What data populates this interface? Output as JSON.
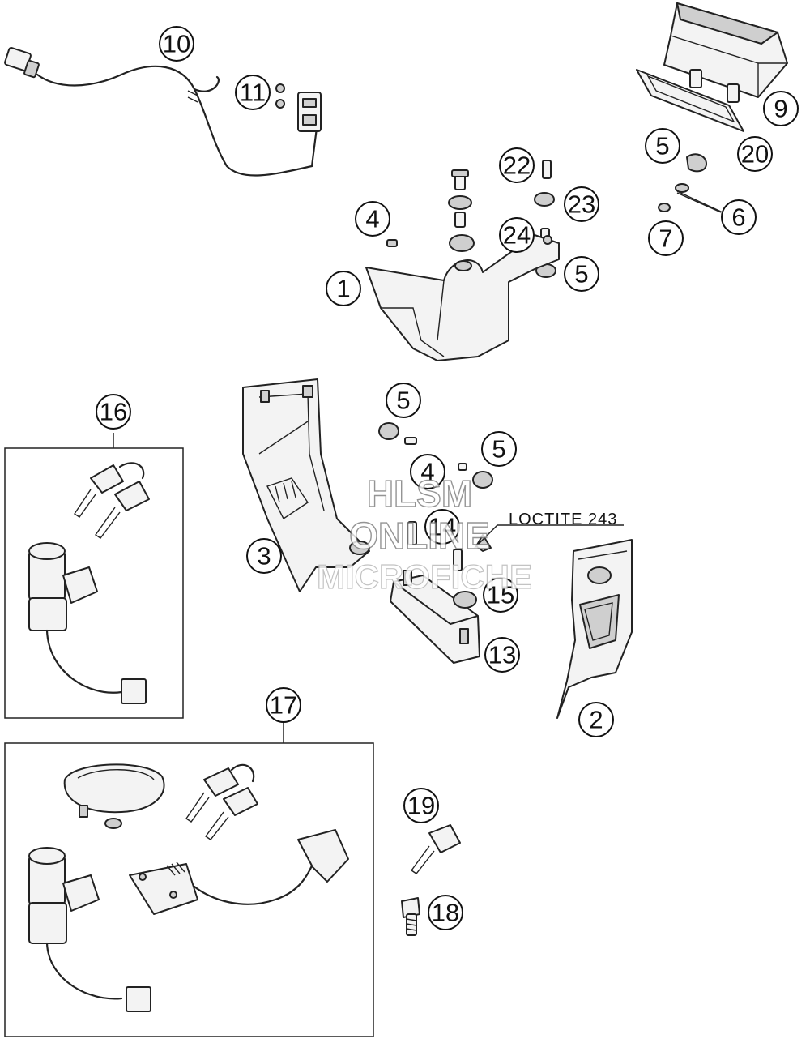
{
  "diagram": {
    "note": "LOCTITE 243",
    "watermark": {
      "line1": "HLSM",
      "line2": "ONLINE",
      "line3": "MICROFICHE"
    },
    "callouts": [
      {
        "id": "c10",
        "label": "10"
      },
      {
        "id": "c11",
        "label": "11"
      },
      {
        "id": "c9",
        "label": "9"
      },
      {
        "id": "c20",
        "label": "20"
      },
      {
        "id": "c5a",
        "label": "5"
      },
      {
        "id": "c6",
        "label": "6"
      },
      {
        "id": "c7",
        "label": "7"
      },
      {
        "id": "c22",
        "label": "22"
      },
      {
        "id": "c23",
        "label": "23"
      },
      {
        "id": "c24",
        "label": "24"
      },
      {
        "id": "c5b",
        "label": "5"
      },
      {
        "id": "c4a",
        "label": "4"
      },
      {
        "id": "c1",
        "label": "1"
      },
      {
        "id": "c16",
        "label": "16"
      },
      {
        "id": "c5c",
        "label": "5"
      },
      {
        "id": "c5d",
        "label": "5"
      },
      {
        "id": "c4b",
        "label": "4"
      },
      {
        "id": "c14",
        "label": "14"
      },
      {
        "id": "c3",
        "label": "3"
      },
      {
        "id": "c15",
        "label": "15"
      },
      {
        "id": "c13",
        "label": "13"
      },
      {
        "id": "c2",
        "label": "2"
      },
      {
        "id": "c17",
        "label": "17"
      },
      {
        "id": "c19",
        "label": "19"
      },
      {
        "id": "c18",
        "label": "18"
      }
    ]
  }
}
